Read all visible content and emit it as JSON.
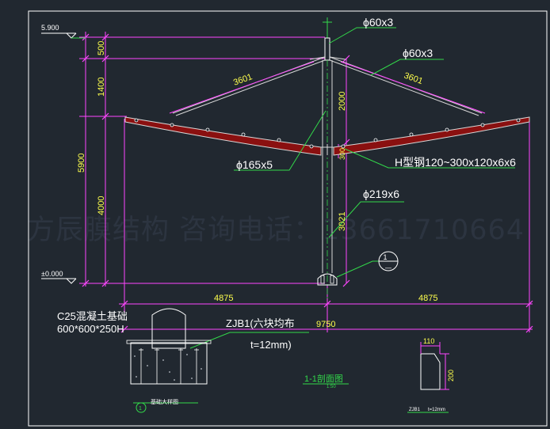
{
  "elevations": {
    "top": "5.900",
    "ground": "±0.000"
  },
  "dims": {
    "d500": "500",
    "d1400": "1400",
    "d4000": "4000",
    "d5900": "5900",
    "d2000": "2000",
    "d3021": "3021",
    "d300": "300",
    "rafter_left": "3601",
    "rafter_right": "3601",
    "half_left": "4875",
    "half_right": "4875",
    "total": "9750",
    "plate_w": "110",
    "plate_h": "200"
  },
  "labels": {
    "tie_top": "ϕ60x3",
    "tie_right": "ϕ60x3",
    "strut": "ϕ165x5",
    "column": "ϕ219x6",
    "beam": "H型钢120~300x120x6x6",
    "concrete": "C25混凝土基础",
    "concrete_size": "600*600*250H",
    "plate": "ZJB1(六块均布",
    "plate_t": "t=12mm)",
    "section_ref": "1",
    "section_ref_sub": "—",
    "section_title": "1-1剖面图",
    "section_scale": "1:50",
    "detail_title": "基础大样图",
    "detail_ref": "1",
    "plate_title": "ZJB1",
    "plate_title_t": "t=12mm"
  },
  "watermark": "方辰膜结构  咨询电话：13661710664",
  "colors": {
    "bg": "#212830",
    "frame": "#ffffff",
    "dim_line": "#ff46ff",
    "dim_text": "#ffff4d",
    "label": "#ffffff",
    "leader": "#32d94a",
    "steel": "#d8d8d8",
    "beam_fill": "#8a1010",
    "ground": "#00c9e0"
  }
}
